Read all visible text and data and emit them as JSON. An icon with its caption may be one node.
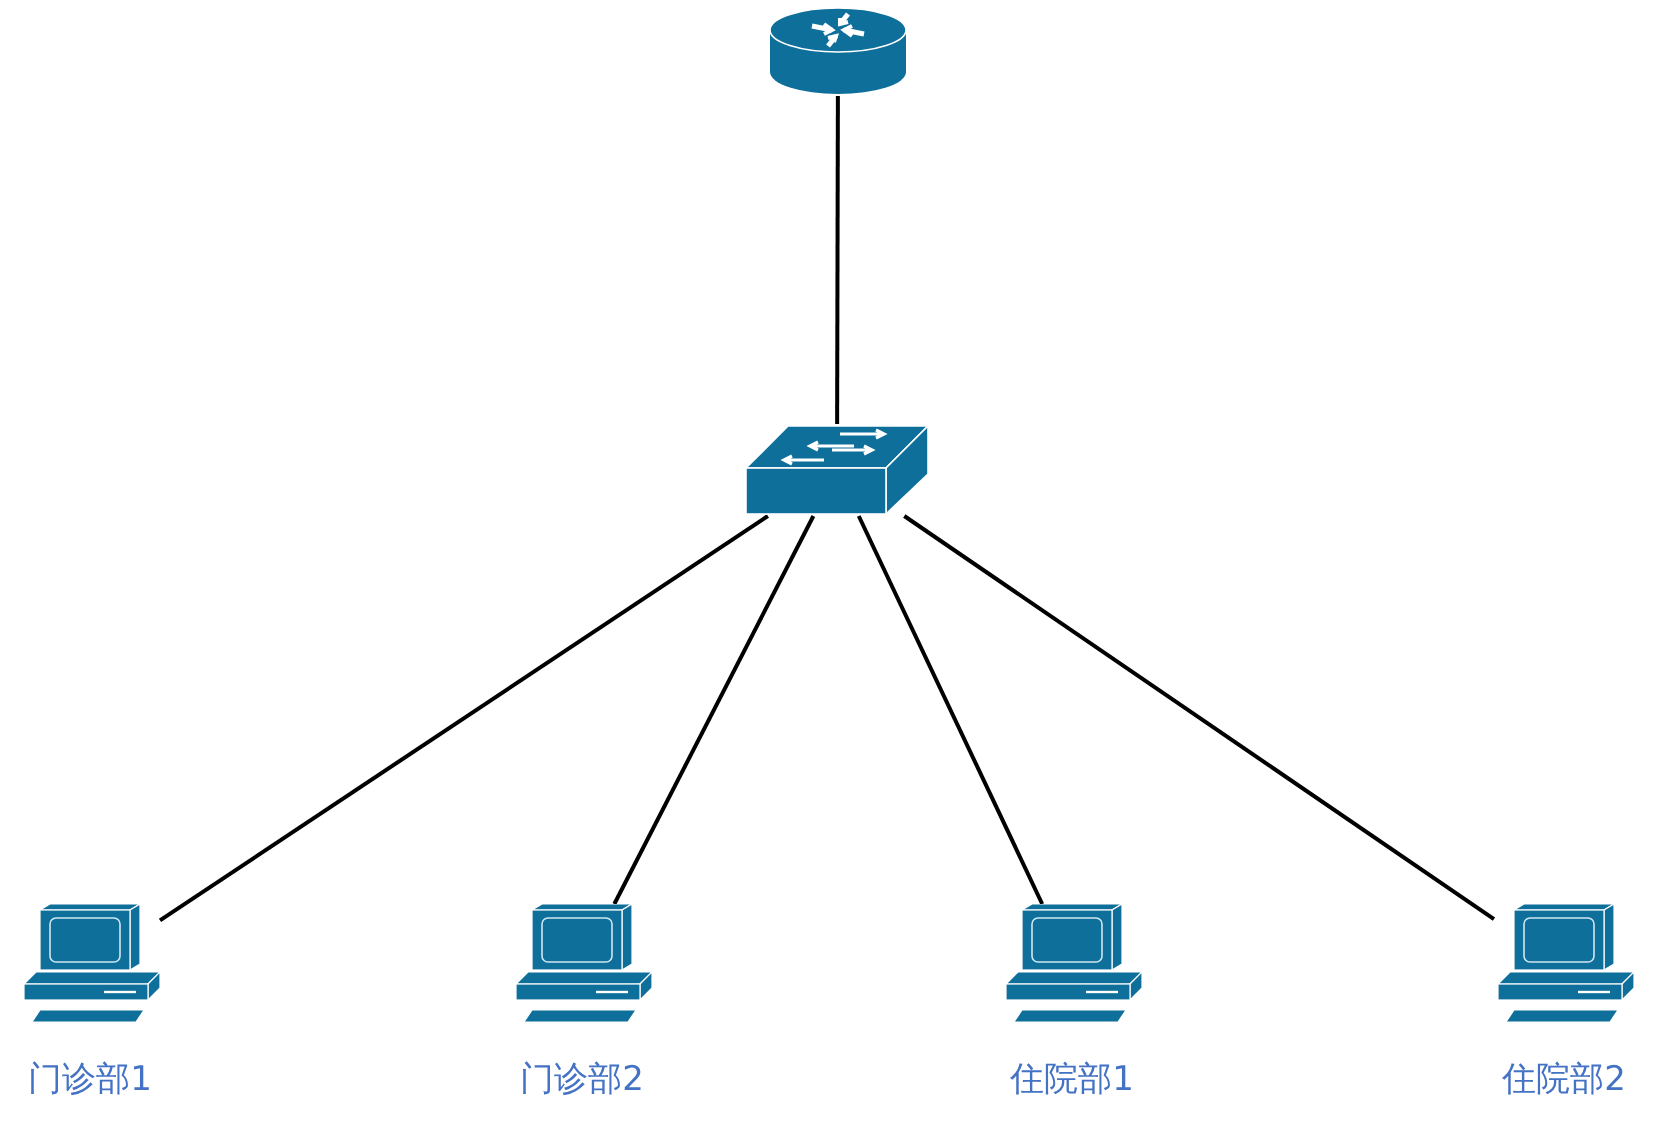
{
  "diagram": {
    "nodes": [
      {
        "text": [],
        "shape": "router"
      },
      {
        "text": [],
        "shape": "switch"
      },
      {
        "text": [
          "门诊部1"
        ]
      },
      {
        "text": [
          "门诊部2"
        ]
      },
      {
        "text": [
          "住院部1"
        ]
      },
      {
        "text": [
          "住院部2"
        ]
      }
    ],
    "edges": [
      {
        "from": 0,
        "to": 1,
        "arrow": "none"
      },
      {
        "from": 1,
        "to": 2,
        "arrow": "none"
      },
      {
        "from": 1,
        "to": 3,
        "arrow": "none"
      },
      {
        "from": 1,
        "to": 4,
        "arrow": "none"
      },
      {
        "from": 1,
        "to": 5,
        "arrow": "none"
      }
    ]
  }
}
